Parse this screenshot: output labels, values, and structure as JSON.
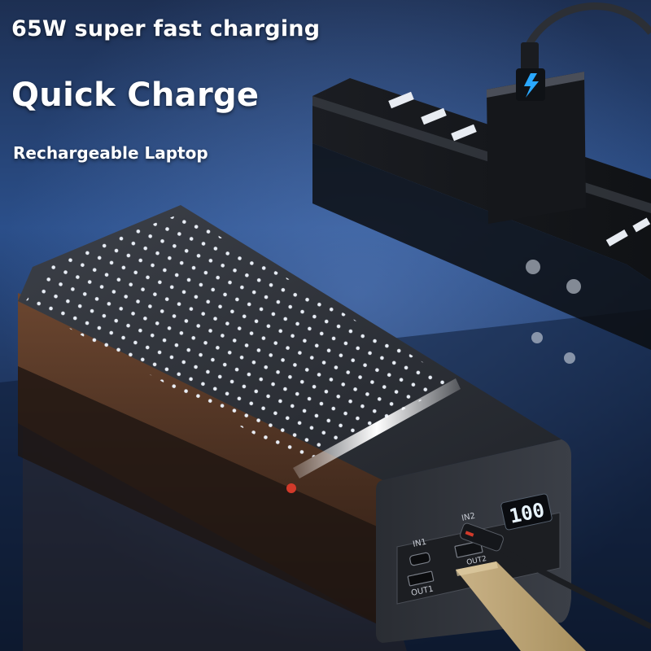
{
  "headlines": {
    "line1": "65W super fast charging",
    "line2": "Quick Charge",
    "line3": "Rechargeable Laptop"
  },
  "power_bank": {
    "display_reading": "100",
    "port_labels": {
      "in1": "IN1",
      "out1": "OUT1",
      "in2": "IN2",
      "out2": "OUT2"
    }
  },
  "colors": {
    "background_top": "#2b4f8a",
    "background_bottom": "#0c1526",
    "body_dark": "#2a2d33",
    "body_side": "#5a3a2a",
    "display_glow": "#e8f4ff",
    "accent_red": "#d23a2a",
    "charger_bolt": "#2aa8ff"
  }
}
